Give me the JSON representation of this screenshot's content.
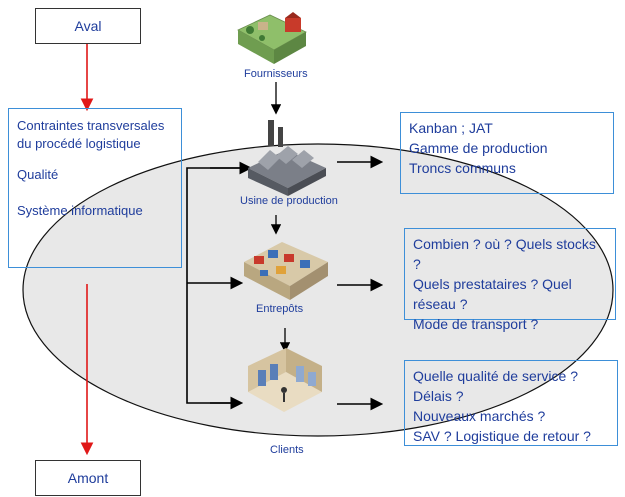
{
  "top_box": {
    "label": "Aval"
  },
  "bottom_box": {
    "label": "Amont"
  },
  "left_box": {
    "items": [
      "Contraintes transversales du procédé logistique",
      "Qualité",
      "Système informatique"
    ]
  },
  "nodes": {
    "suppliers": "Fournisseurs",
    "factory": "Usine de production",
    "warehouses": "Entrepôts",
    "clients": "Clients"
  },
  "right_boxes": {
    "factory": [
      "Kanban ;  JAT",
      "Gamme de production",
      "Troncs communs"
    ],
    "warehouses": [
      "Combien ? où ? Quels stocks ?",
      "Quels prestataires ? Quel réseau ?",
      "Mode de transport ?"
    ],
    "clients": [
      "Quelle qualité de service ? Délais ?",
      "Nouveaux marchés ?",
      "SAV ? Logistique de retour ?"
    ]
  },
  "colors": {
    "ellipse_fill": "#e8e8e8",
    "red_arrow": "#e01818",
    "blue_border": "#3d8fd8",
    "text_blue": "#1f3d9c"
  }
}
